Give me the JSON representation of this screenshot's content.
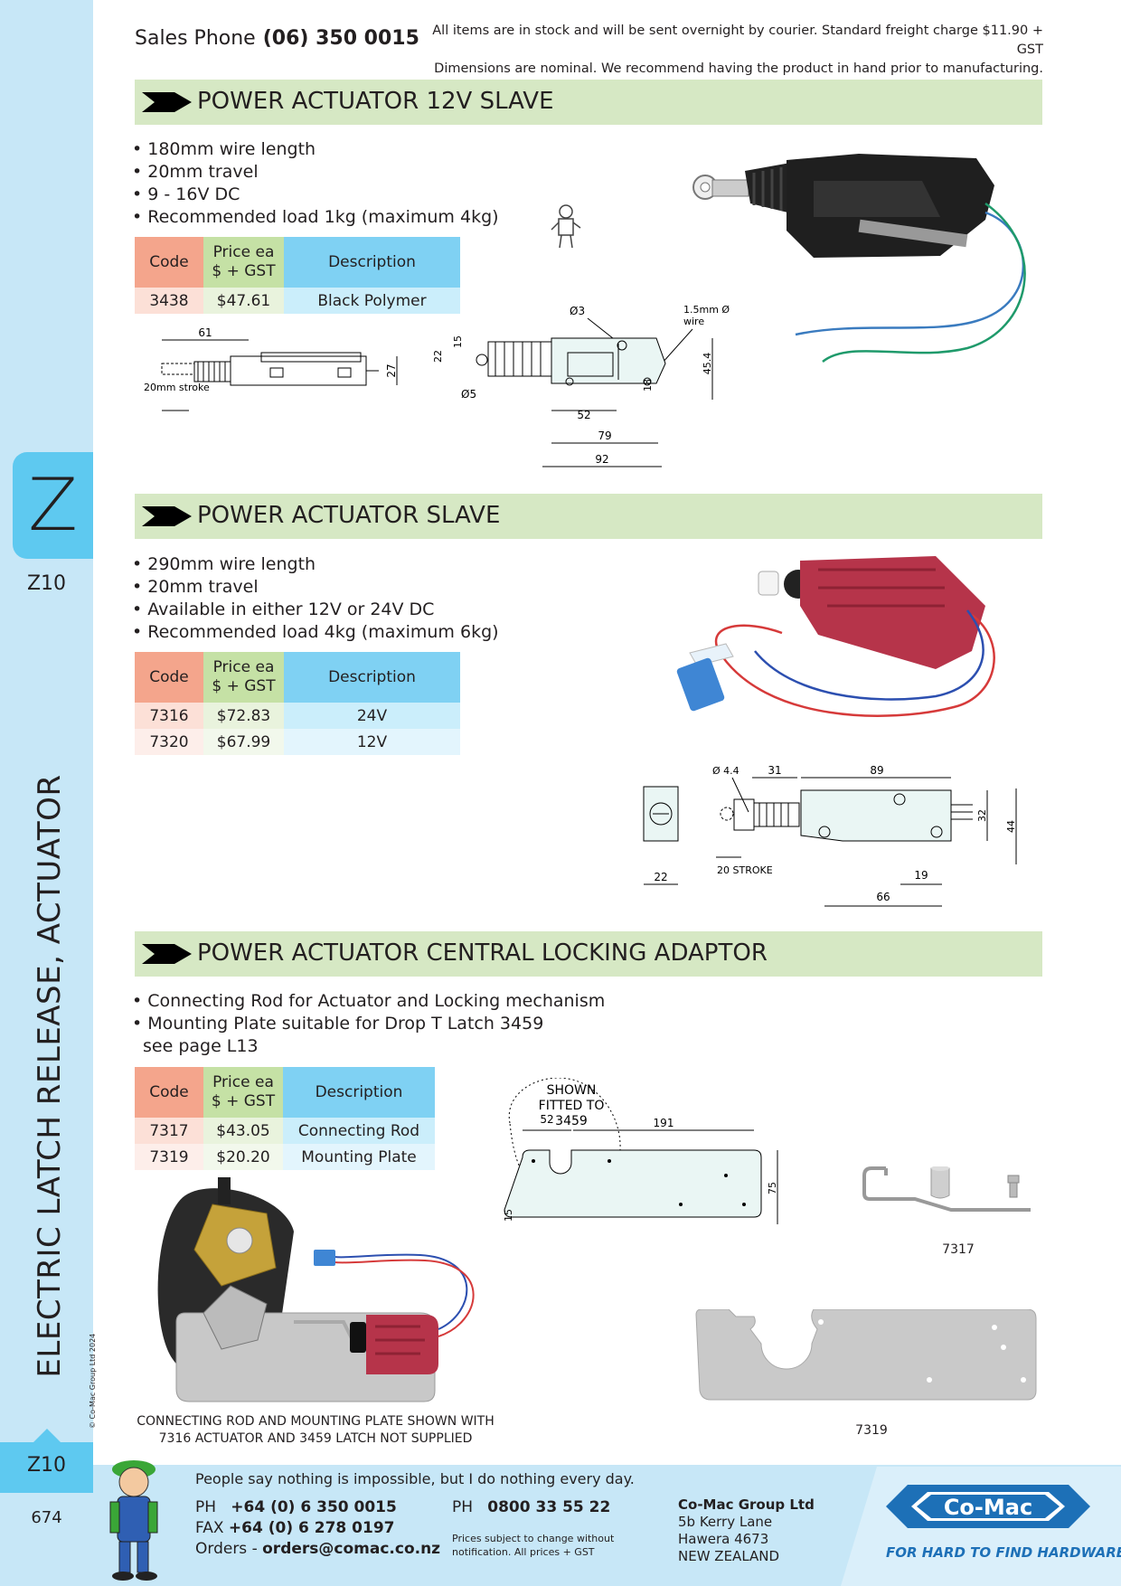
{
  "header": {
    "sales_label": "Sales Phone",
    "sales_phone": "(06) 350 0015",
    "notice_line1": "All items are in stock and will be sent overnight by courier. Standard freight charge $11.90 + GST",
    "notice_line2": "Dimensions are nominal. We recommend having the product in hand prior to manufacturing."
  },
  "sidebar": {
    "section_letter": "Z",
    "section_code": "Z10",
    "vertical_title": "ELECTRIC LATCH RELEASE, ACTUATOR",
    "copyright": "© Co-Mac Group Ltd 2024",
    "bottom_code": "Z10",
    "page_number": "674"
  },
  "table_headers": {
    "code": "Code",
    "price_line1": "Price ea",
    "price_line2": "$ + GST",
    "description": "Description"
  },
  "sections": [
    {
      "title": "POWER ACTUATOR 12V SLAVE",
      "bullets": [
        "180mm wire length",
        "20mm travel",
        "9 - 16V DC",
        "Recommended load 1kg (maximum 4kg)"
      ],
      "rows": [
        {
          "code": "3438",
          "price": "$47.61",
          "description": "Black Polymer"
        }
      ],
      "dims": {
        "d61": "61",
        "stroke": "20mm stroke",
        "d27": "27",
        "d22": "22",
        "d15": "15",
        "dia3": "Ø3",
        "dia5": "Ø5",
        "wire1": "1.5mm Ø",
        "wire2": "wire",
        "d18": "18",
        "d45": "45.4",
        "d52": "52",
        "d79": "79",
        "d92": "92"
      }
    },
    {
      "title": "POWER ACTUATOR SLAVE",
      "bullets": [
        "290mm wire length",
        "20mm travel",
        "Available in either 12V or 24V DC",
        "Recommended load 4kg (maximum 6kg)"
      ],
      "rows": [
        {
          "code": "7316",
          "price": "$72.83",
          "description": "24V"
        },
        {
          "code": "7320",
          "price": "$67.99",
          "description": "12V"
        }
      ],
      "dims": {
        "dia44": "Ø 4.4",
        "d31": "31",
        "d89": "89",
        "d32": "32",
        "d44": "44",
        "d22": "22",
        "stroke": "20 STROKE",
        "d19": "19",
        "d66": "66"
      }
    },
    {
      "title": "POWER ACTUATOR CENTRAL LOCKING ADAPTOR",
      "bullets": [
        "Connecting Rod for Actuator and Locking mechanism",
        "Mounting Plate suitable for Drop T Latch 3459",
        "see page L13"
      ],
      "rows": [
        {
          "code": "7317",
          "price": "$43.05",
          "description": "Connecting Rod"
        },
        {
          "code": "7319",
          "price": "$20.20",
          "description": "Mounting Plate"
        }
      ],
      "dims": {
        "shown1": "SHOWN",
        "shown2": "FITTED TO",
        "shown3": "3459",
        "d52": "52",
        "d191": "191",
        "d75": "75",
        "d15": "15"
      },
      "caption_line1": "CONNECTING ROD AND MOUNTING PLATE SHOWN WITH",
      "caption_line2": "7316 ACTUATOR AND 3459 LATCH NOT SUPPLIED",
      "label_rod": "7317",
      "label_plate": "7319"
    }
  ],
  "footer": {
    "quote": "People say nothing is impossible, but I do nothing every day.",
    "ph_label": "PH",
    "ph": "+64 (0) 6 350 0015",
    "fax_label": "FAX",
    "fax": "+64 (0) 6 278 0197",
    "orders_label": "Orders -",
    "orders": "orders@comac.co.nz",
    "ph2_label": "PH",
    "ph2": "0800 33 55 22",
    "price_note1": "Prices subject to change without",
    "price_note2": "notification. All prices + GST",
    "company": "Co-Mac Group Ltd",
    "addr1": "5b Kerry Lane",
    "addr2": "Hawera 4673",
    "addr3": "NEW ZEALAND",
    "logo": "Co-Mac",
    "tagline": "FOR HARD TO FIND HARDWARE"
  },
  "colors": {
    "sidebar": "#c7e7f7",
    "tab": "#5ec9f0",
    "section_header": "#d6e8c4",
    "code_header": "#f4a58c",
    "price_header": "#c5e1a5",
    "desc_header": "#7fd1f3",
    "logo_blue": "#1d70b7"
  }
}
